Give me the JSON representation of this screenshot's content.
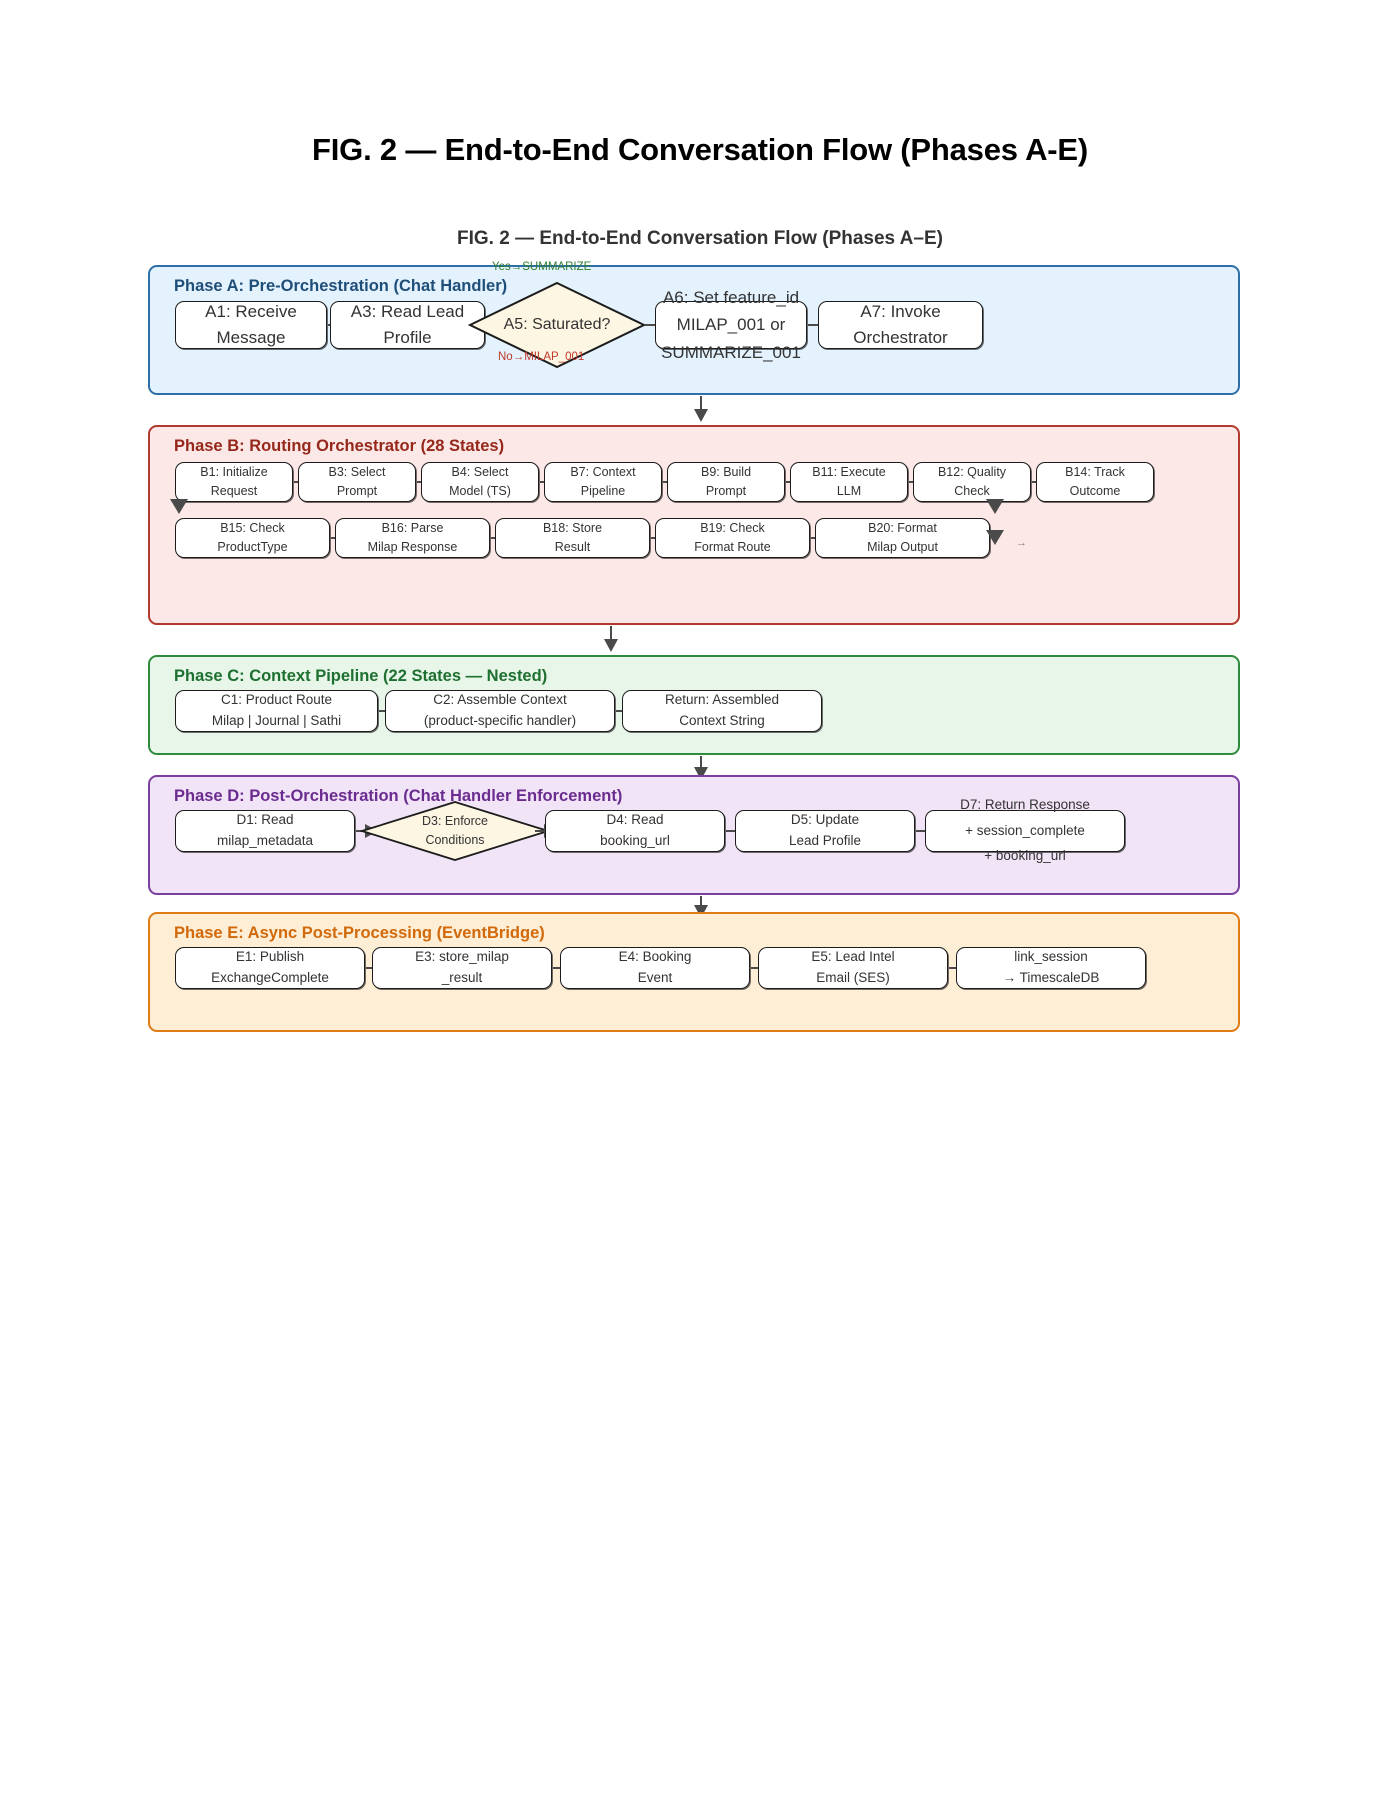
{
  "page_title": "FIG. 2 — End-to-End Conversation Flow (Phases A-E)",
  "figure_subtitle": "FIG. 2 — End-to-End Conversation Flow (Phases A–E)",
  "colors": {
    "phase_a_accent": "#1f4e79",
    "phase_a_fill": "#e3f2fd",
    "phase_b_accent": "#96281b",
    "phase_b_fill": "#fce8e6",
    "phase_c_accent": "#1e7030",
    "phase_c_fill": "#e8f6ea",
    "phase_d_accent": "#6a2c8f",
    "phase_d_fill": "#f2e4f7",
    "phase_e_accent": "#d2690a",
    "phase_e_fill": "#fdeed5",
    "node_fill": "#ffffff",
    "node_stroke": "#1c1c1c",
    "decision_fill": "#fdf6e3",
    "edge": "#4a4a4a",
    "yes_label": "#2e7d32",
    "no_label": "#c0392b"
  },
  "phases": {
    "a": {
      "label": "Phase A: Pre-Orchestration (Chat Handler)",
      "nodes": {
        "a1": {
          "line1": "A1: Receive",
          "line2": "Message"
        },
        "a3": {
          "line1": "A3: Read Lead",
          "line2": "Profile"
        },
        "a5": {
          "line1": "A5: Saturated?"
        },
        "a6": {
          "line1": "A6: Set feature_id",
          "line2": "MILAP_001 or",
          "line3": "SUMMARIZE_001"
        },
        "a7": {
          "line1": "A7: Invoke",
          "line2": "Orchestrator"
        }
      },
      "edges": {
        "yes": "Yes→SUMMARIZE",
        "no": "No→MILAP_001"
      }
    },
    "b": {
      "label": "Phase B: Routing Orchestrator (28 States)",
      "row1": [
        {
          "line1": "B1: Initialize",
          "line2": "Request"
        },
        {
          "line1": "B3: Select",
          "line2": "Prompt"
        },
        {
          "line1": "B4: Select",
          "line2": "Model (TS)"
        },
        {
          "line1": "B7: Context",
          "line2": "Pipeline"
        },
        {
          "line1": "B9: Build",
          "line2": "Prompt"
        },
        {
          "line1": "B11: Execute",
          "line2": "LLM"
        },
        {
          "line1": "B12: Quality",
          "line2": "Check"
        },
        {
          "line1": "B14: Track",
          "line2": "Outcome"
        }
      ],
      "row2": [
        {
          "line1": "B15: Check",
          "line2": "ProductType"
        },
        {
          "line1": "B16: Parse",
          "line2": "Milap Response"
        },
        {
          "line1": "B18: Store",
          "line2": "Result"
        },
        {
          "line1": "B19: Check",
          "line2": "Format Route"
        },
        {
          "line1": "B20: Format",
          "line2": "Milap Output"
        }
      ],
      "trailing_marker": "→"
    },
    "c": {
      "label": "Phase C: Context Pipeline (22 States — Nested)",
      "nodes": [
        {
          "line1": "C1: Product Route",
          "line2": "Milap | Journal | Sathi"
        },
        {
          "line1": "C2: Assemble Context",
          "line2": "(product-specific handler)"
        },
        {
          "line1": "Return: Assembled",
          "line2": "Context String"
        }
      ]
    },
    "d": {
      "label": "Phase D: Post-Orchestration (Chat Handler Enforcement)",
      "nodes": {
        "d1": {
          "line1": "D1: Read",
          "line2": "milap_metadata"
        },
        "d3": {
          "line1": "D3: Enforce",
          "line2": "Conditions"
        },
        "d4": {
          "line1": "D4: Read",
          "line2": "booking_url"
        },
        "d5": {
          "line1": "D5: Update",
          "line2": "Lead Profile"
        },
        "d7": {
          "line1": "D7: Return Response",
          "line2": "+ session_complete",
          "line3": "+ booking_url"
        }
      }
    },
    "e": {
      "label": "Phase E: Async Post-Processing (EventBridge)",
      "nodes": [
        {
          "line1": "E1: Publish",
          "line2": "ExchangeComplete"
        },
        {
          "line1": "E3: store_milap",
          "line2": "_result"
        },
        {
          "line1": "E4: Booking",
          "line2": "Event"
        },
        {
          "line1": "E5: Lead Intel",
          "line2": "Email (SES)"
        },
        {
          "line1": "link_session",
          "line2": "→ TimescaleDB"
        }
      ]
    }
  }
}
